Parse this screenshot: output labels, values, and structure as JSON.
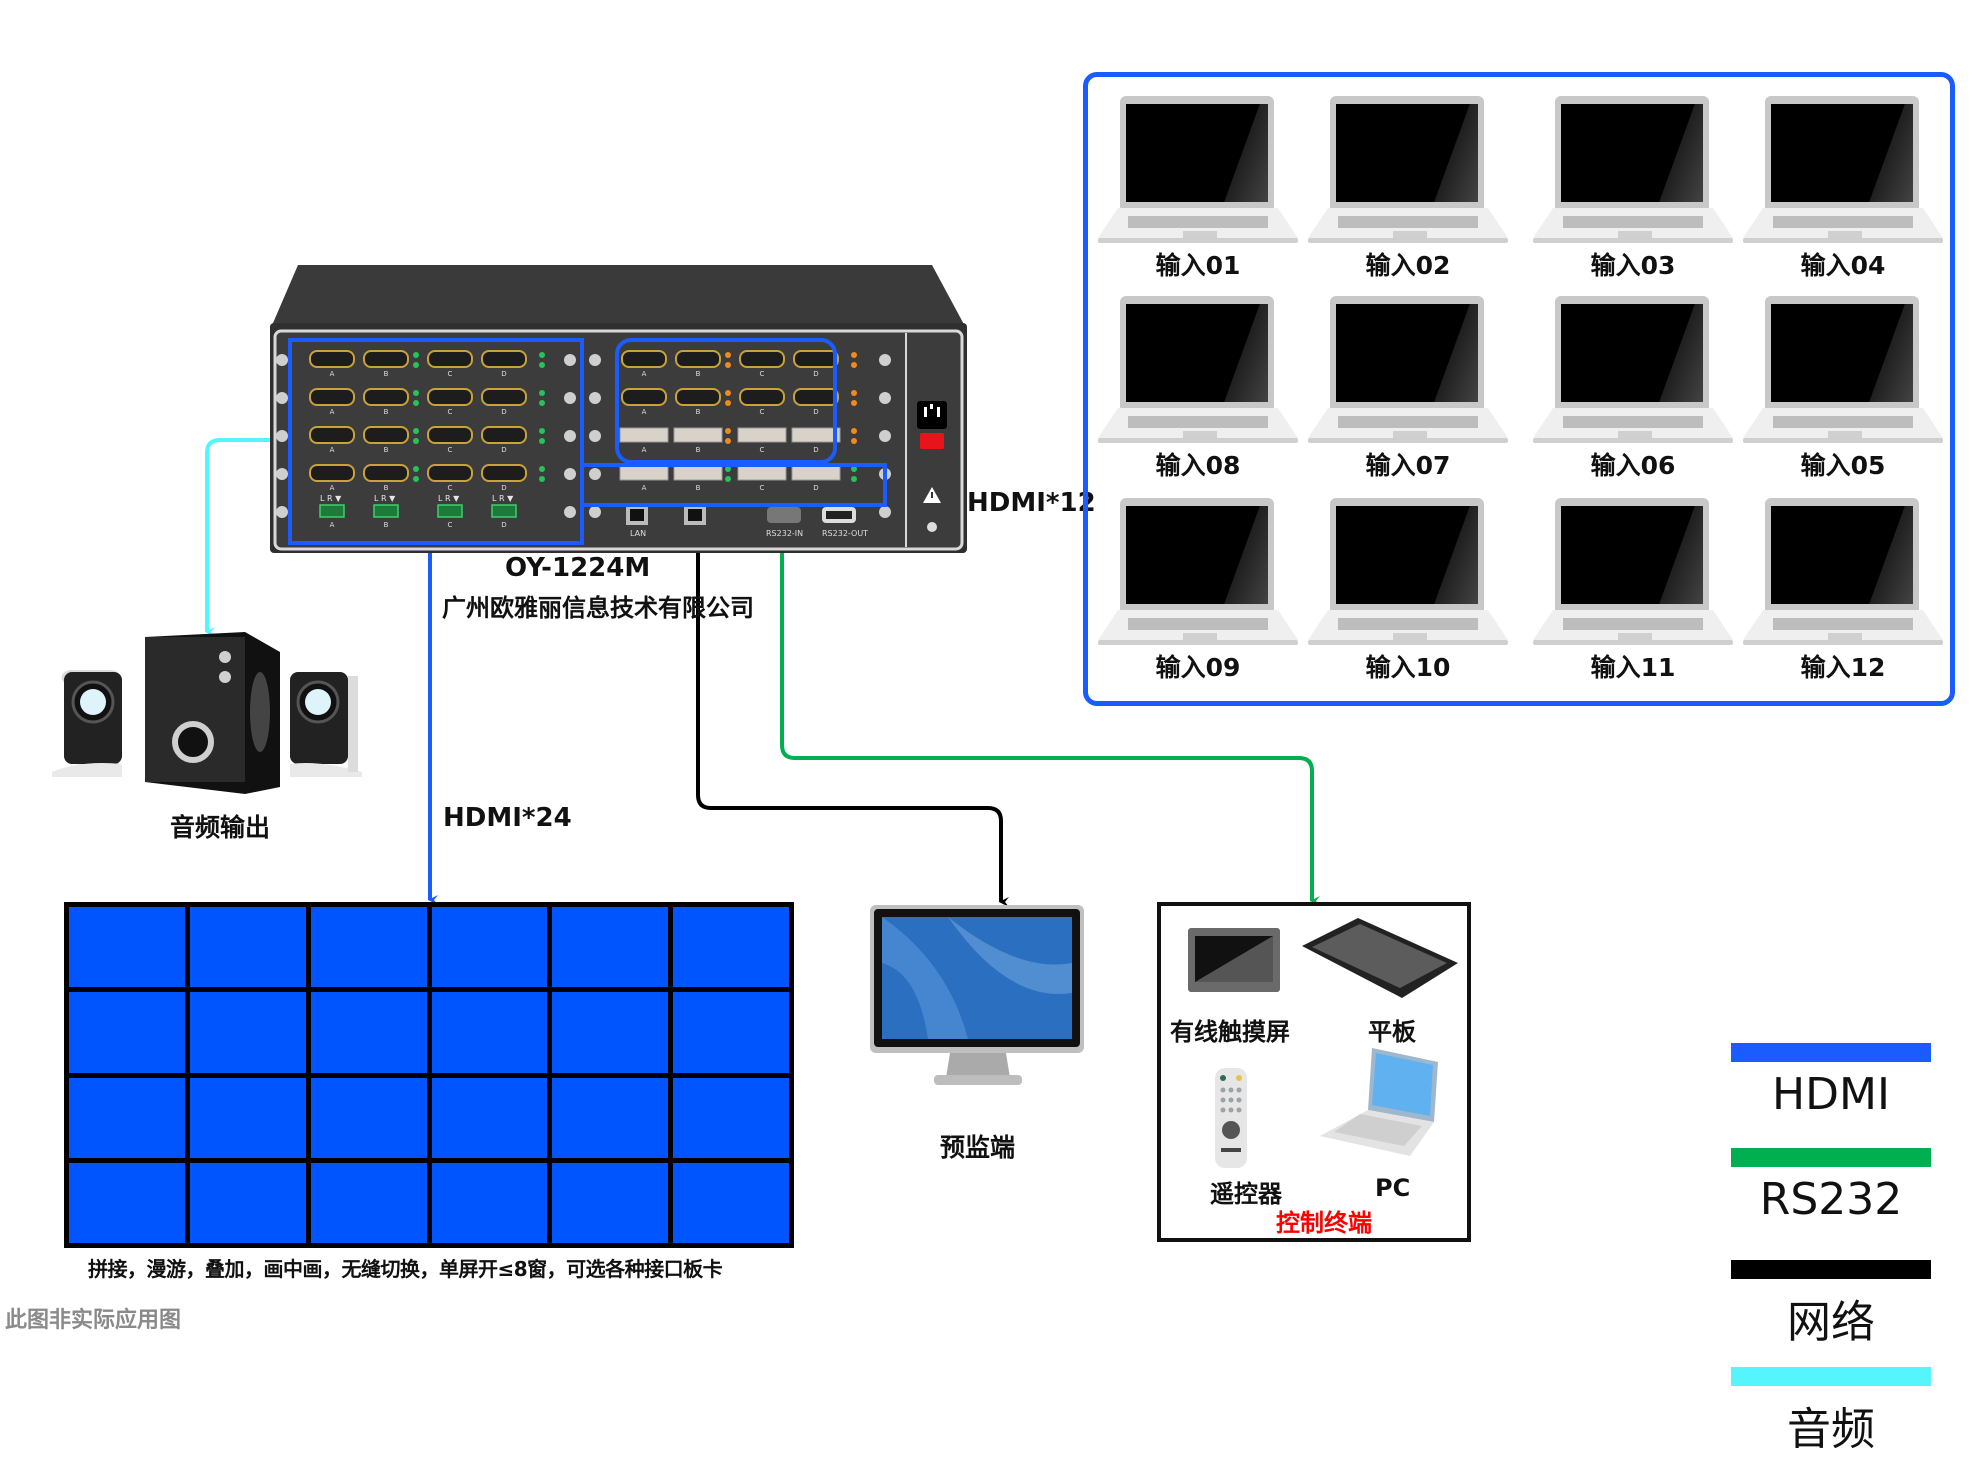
{
  "device": {
    "model": "OY-1224M",
    "company": "广州欧雅丽信息技术有限公司",
    "port_letters": [
      "A",
      "B",
      "C",
      "D"
    ],
    "led_labels": [
      "A",
      "B",
      "C",
      "D"
    ],
    "audio_pin_labels": "L R ▼",
    "lan_label": "LAN",
    "rs232_in_label": "RS232-IN",
    "rs232_out_label": "RS232-OUT",
    "input_count_label": "HDMI*12",
    "output_count_label": "HDMI*24"
  },
  "inputs": {
    "items": [
      {
        "label": "输入01"
      },
      {
        "label": "输入02"
      },
      {
        "label": "输入03"
      },
      {
        "label": "输入04"
      },
      {
        "label": "输入08"
      },
      {
        "label": "输入07"
      },
      {
        "label": "输入06"
      },
      {
        "label": "输入05"
      },
      {
        "label": "输入09"
      },
      {
        "label": "输入10"
      },
      {
        "label": "输入11"
      },
      {
        "label": "输入12"
      }
    ]
  },
  "audio": {
    "label": "音频输出"
  },
  "video_wall": {
    "rows": 4,
    "cols": 6,
    "caption": "拼接，漫游，叠加，画中画，无缝切换，单屏开≤8窗，可选各种接口板卡"
  },
  "preview": {
    "label": "预监端"
  },
  "control": {
    "title": "控制终端",
    "items": [
      {
        "label": "有线触摸屏"
      },
      {
        "label": "平板"
      },
      {
        "label": "遥控器"
      },
      {
        "label": "PC"
      }
    ]
  },
  "disclaimer": "此图非实际应用图",
  "legend": [
    {
      "label": "HDMI",
      "color": "#1a5cff"
    },
    {
      "label": "RS232",
      "color": "#00b050"
    },
    {
      "label": "网络",
      "color": "#000000"
    },
    {
      "label": "音频",
      "color": "#55f5ff"
    }
  ],
  "colors": {
    "hdmi": "#1a5cff",
    "rs232": "#00b050",
    "network": "#000000",
    "audio": "#55f5ff",
    "wall_tile": "#0055ff",
    "control_title": "#ff0000"
  }
}
